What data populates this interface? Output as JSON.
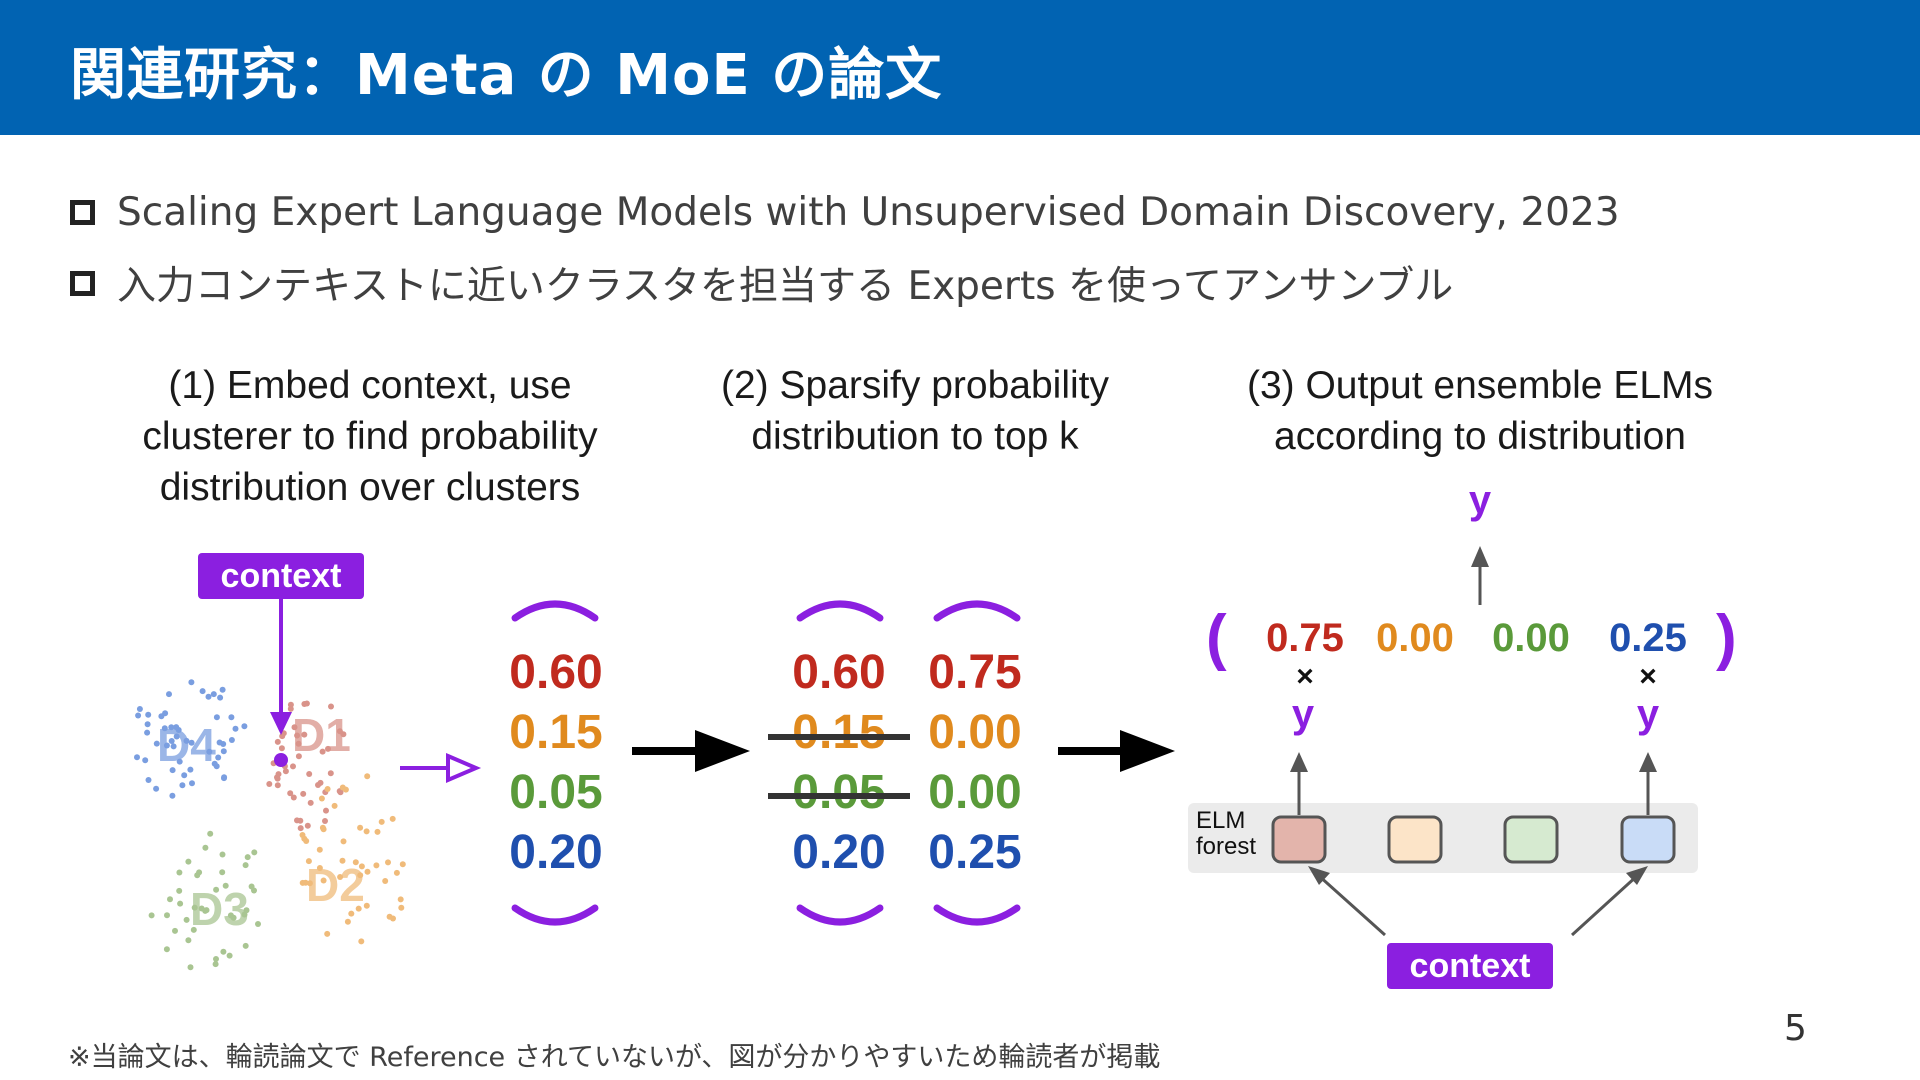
{
  "header": {
    "title": "関連研究：Meta の MoE の論文"
  },
  "bullets": [
    "Scaling Expert Language Models with Unsupervised Domain Discovery, 2023",
    "入力コンテキストに近いクラスタを担当する Experts を使ってアンサンブル"
  ],
  "figure": {
    "step1_title": "(1) Embed context, use\nclusterer to find probability\ndistribution over clusters",
    "step2_title": "(2) Sparsify probability\ndistribution to top k",
    "step3_title": "(3) Output ensemble ELMs\naccording to distribution",
    "context_label": "context",
    "clusters": [
      "D1",
      "D2",
      "D3",
      "D4"
    ],
    "probabilities": [
      "0.60",
      "0.15",
      "0.05",
      "0.20"
    ],
    "sparsified": [
      "0.75",
      "0.00",
      "0.00",
      "0.25"
    ],
    "output_weights": [
      "0.75",
      "0.00",
      "0.00",
      "0.25"
    ],
    "times_symbol": "×",
    "y_label": "y",
    "elm_forest_label": "ELM\nforest",
    "colors": {
      "red": "#c02a1e",
      "orange": "#e08a1e",
      "green": "#5a9a3a",
      "blue": "#1f4fae",
      "purple": "#8b1fe0",
      "cluster_d1": "#d9938a",
      "cluster_d2": "#f0bb7a",
      "cluster_d3": "#a9c592",
      "cluster_d4": "#7a9ee0",
      "expert_fills": [
        "#e3b4ab",
        "#fce4c8",
        "#d6ead0",
        "#c9dcf7"
      ]
    }
  },
  "footnote": "※当論文は、輪読論文で Reference されていないが、図が分かりやすいため輪読者が掲載",
  "page_number": "5"
}
